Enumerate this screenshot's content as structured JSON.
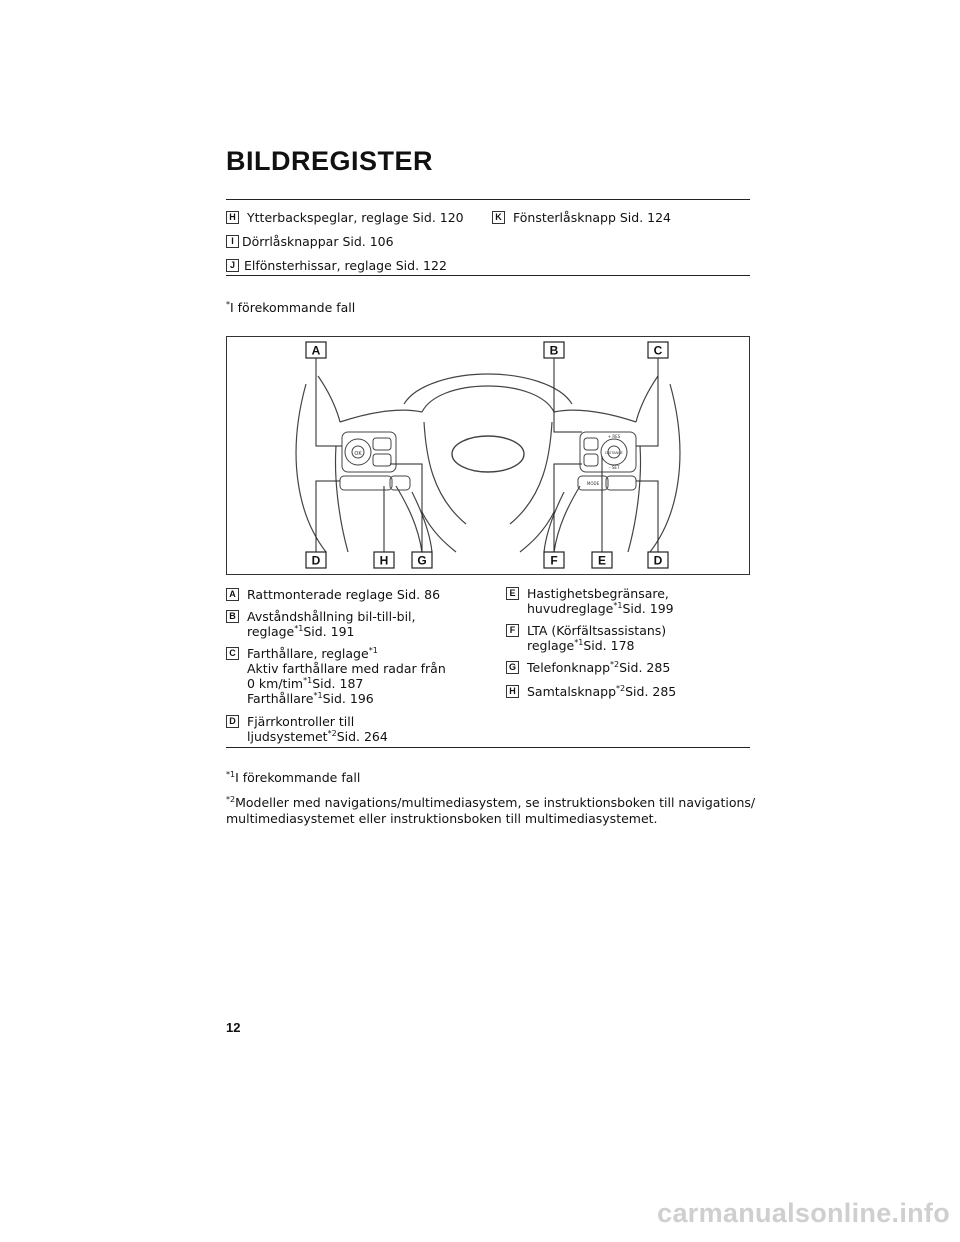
{
  "header": {
    "title": "BILDREGISTER"
  },
  "top_entries": {
    "H": {
      "key": "H",
      "text": "Ytterbackspeglar, reglage Sid. 120"
    },
    "I": {
      "key": "I",
      "text": "Dörrlåsknappar Sid. 106"
    },
    "J": {
      "key": "J",
      "text": "Elfönsterhissar, reglage Sid. 122"
    },
    "K": {
      "key": "K",
      "text": "Fönsterlåsknapp Sid. 124"
    }
  },
  "top_footnote": {
    "mark": "*",
    "text": "I förekommande fall"
  },
  "figure": {
    "labels": [
      "A",
      "B",
      "C",
      "D",
      "H",
      "G",
      "F",
      "E",
      "D"
    ],
    "pad_left": {
      "ok": "OK"
    },
    "pad_right": {
      "res": "+ RES",
      "distance": "DISTANCE",
      "set": "– SET",
      "mode": "MODE",
      "minus": "–",
      "plus": "+"
    }
  },
  "entries": {
    "A": {
      "key": "A",
      "line1": "Rattmonterade reglage Sid. 86"
    },
    "B": {
      "key": "B",
      "line1": "Avståndshållning bil-till-bil,",
      "line2": "reglage",
      "sup": "*1",
      "page": "Sid. 191"
    },
    "C": {
      "key": "C",
      "line1": "Farthållare, reglage",
      "sup1": "*1",
      "line2": "Aktiv farthållare med radar från",
      "line3": "0 km/tim",
      "sup2": "*1",
      "page1": "Sid. 187",
      "line4": "Farthållare",
      "sup3": "*1",
      "page2": "Sid. 196"
    },
    "D": {
      "key": "D",
      "line1": "Fjärrkontroller till",
      "line2": "ljudsystemet",
      "sup": "*2",
      "page": "Sid. 264"
    },
    "E": {
      "key": "E",
      "line1": "Hastighetsbegränsare,",
      "line2": "huvudreglage",
      "sup": "*1",
      "page": "Sid. 199"
    },
    "F": {
      "key": "F",
      "line1": "LTA (Körfältsassistans)",
      "line2": "reglage",
      "sup": "*1",
      "page": "Sid. 178"
    },
    "G": {
      "key": "G",
      "line1": "Telefonknapp",
      "sup": "*2",
      "page": "Sid. 285"
    },
    "Hb": {
      "key": "H",
      "line1": "Samtalsknapp",
      "sup": "*2",
      "page": "Sid. 285"
    }
  },
  "footnotes": {
    "n1": {
      "mark": "*1",
      "text": "I förekommande fall"
    },
    "n2": {
      "mark": "*2",
      "line1": "Modeller med navigations/multimediasystem, se instruktionsboken till navigations/",
      "line2": "multimediasystemet eller instruktionsboken till multimediasystemet."
    }
  },
  "page_number": "12",
  "watermark": "carmanualsonline.info"
}
